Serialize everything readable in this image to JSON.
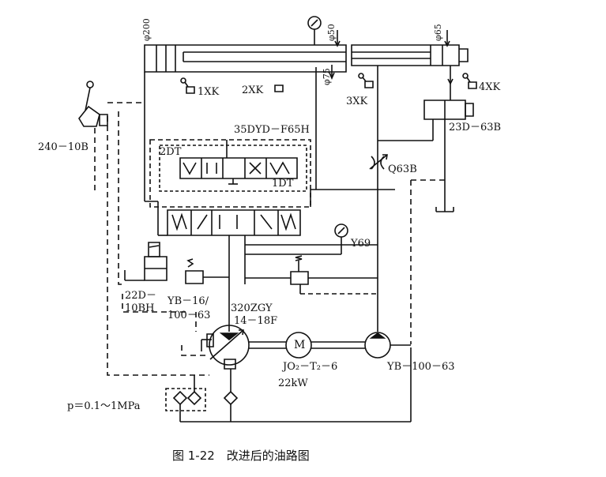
{
  "labels": {
    "d200": "φ200",
    "d50": "φ50",
    "d65": "φ65",
    "d75": "φ75",
    "xk1": "1XK",
    "xk2": "2XK",
    "xk3": "3XK",
    "xk4": "4XK",
    "valve_main": "35DYD－F65H",
    "dt2": "2DT",
    "dt1": "1DT",
    "servo": "240－10B",
    "valve_23d": "23D－63B",
    "q63b": "Q63B",
    "y69": "Y69",
    "v22d_1": "22D－",
    "v22d_2": "10BH",
    "yb16_1": "YB－16/",
    "yb16_2": "100－63",
    "pump_320_1": "320ZGY",
    "pump_320_2": "14－18F",
    "motor_symbol": "M",
    "motor_1": "JO₂－T₂－6",
    "motor_2": "22kW",
    "yb100": "YB－100－63",
    "pressure": "p＝0.1～1MPa"
  },
  "caption": "图 1-22　改进后的油路图"
}
